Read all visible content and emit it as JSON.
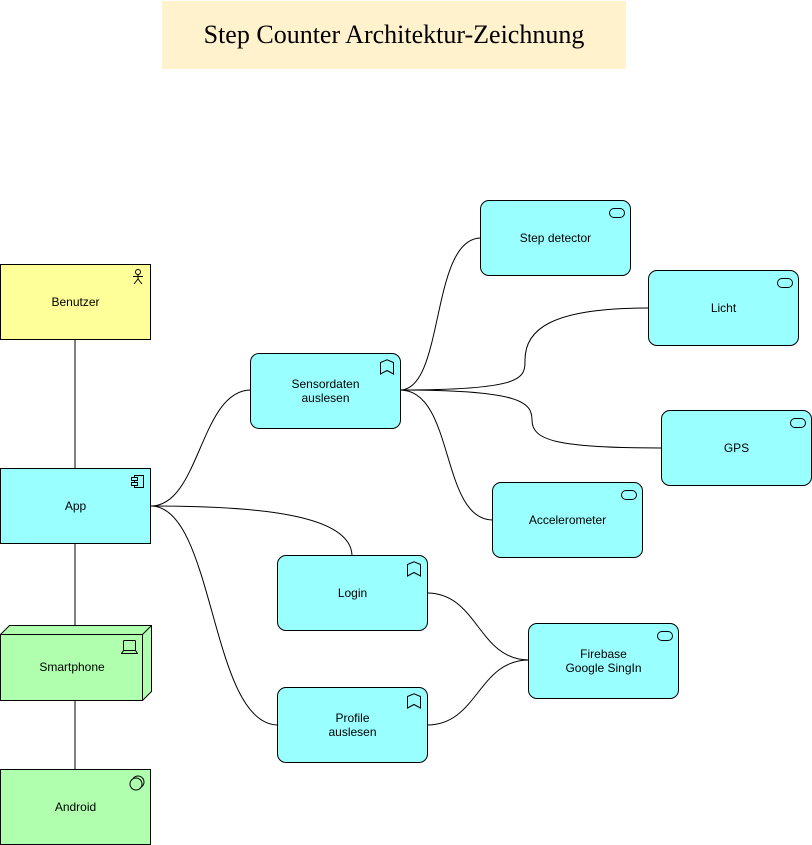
{
  "title": "Step Counter Architektur-Zeichnung",
  "colors": {
    "title_bg": "#fff2cc",
    "actor": "#ffff99",
    "application": "#99ffff",
    "technology": "#afffaf",
    "line": "#000000"
  },
  "nodes": {
    "benutzer": {
      "label": "Benutzer",
      "icon": "actor-icon"
    },
    "app": {
      "label": "App",
      "icon": "component-icon"
    },
    "smartphone": {
      "label": "Smartphone",
      "icon": "device-icon"
    },
    "android": {
      "label": "Android",
      "icon": "system-software-icon"
    },
    "sensordaten": {
      "label": "Sensordaten\nauslesen",
      "icon": "function-icon"
    },
    "step_detector": {
      "label": "Step detector",
      "icon": "service-icon"
    },
    "licht": {
      "label": "Licht",
      "icon": "service-icon"
    },
    "gps": {
      "label": "GPS",
      "icon": "service-icon"
    },
    "accelerometer": {
      "label": "Accelerometer",
      "icon": "service-icon"
    },
    "login": {
      "label": "Login",
      "icon": "function-icon"
    },
    "profile": {
      "label": "Profile\nauslesen",
      "icon": "function-icon"
    },
    "firebase": {
      "label": "Firebase\nGoogle SingIn",
      "icon": "service-icon"
    }
  }
}
